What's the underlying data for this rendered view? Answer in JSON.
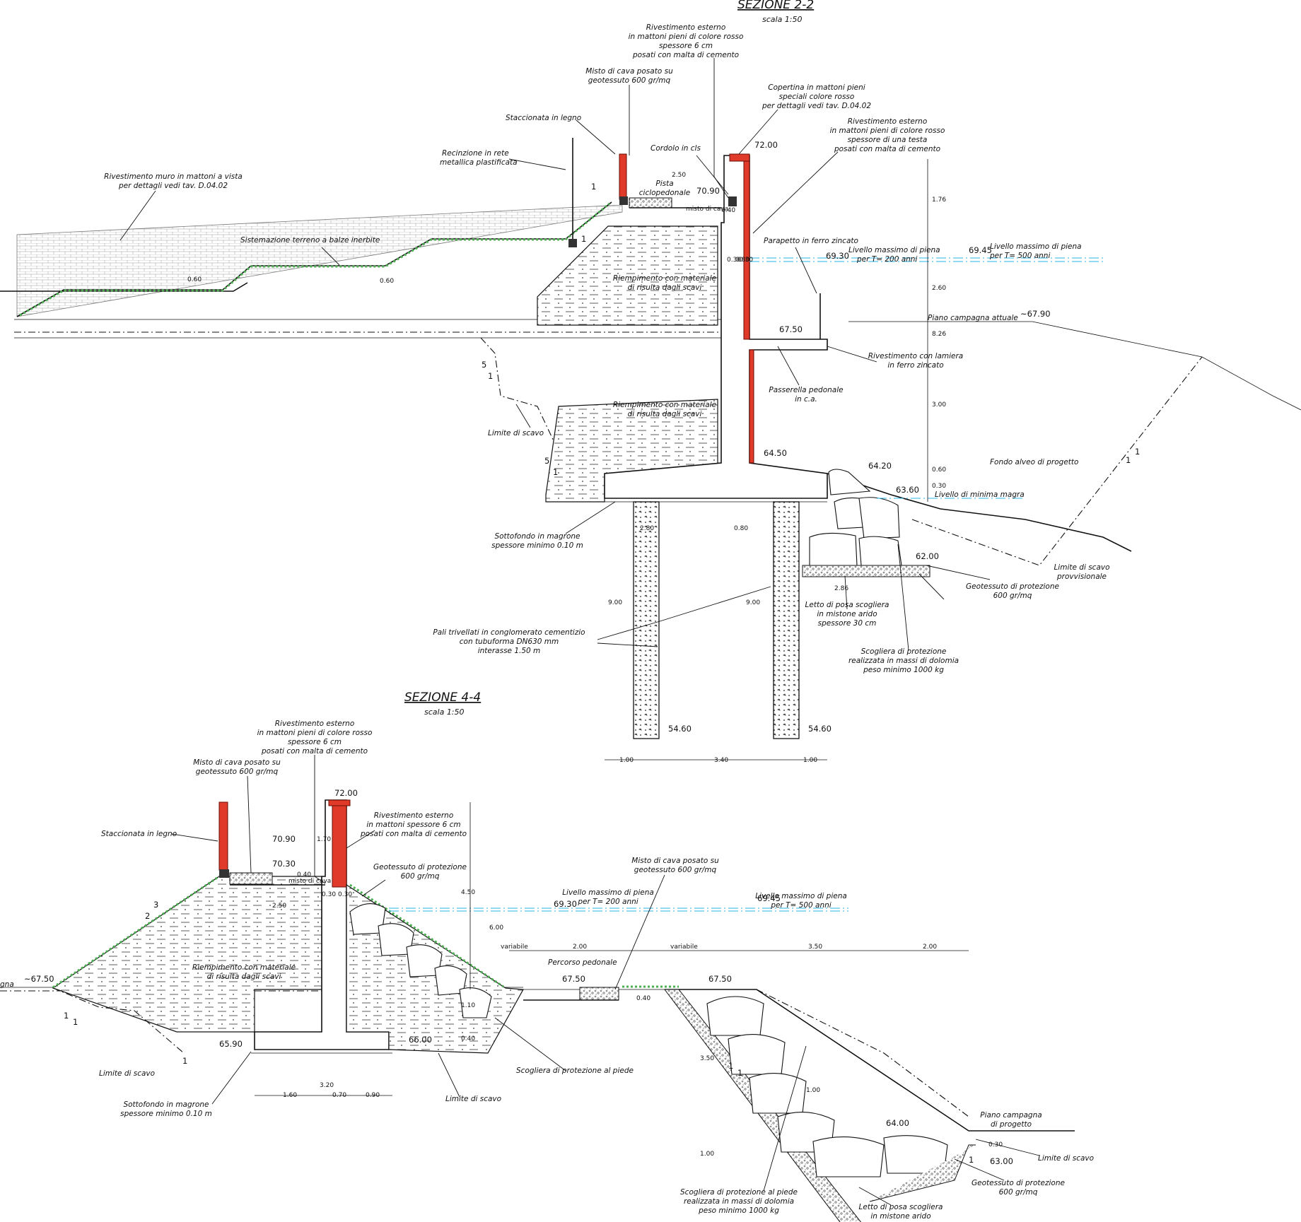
{
  "section_22": {
    "title": "SEZIONE 2-2",
    "scale": "scala 1:50",
    "labels": {
      "rivestimento_top": [
        "Rivestimento esterno",
        "in mattoni pieni di colore rosso",
        "spessore 6 cm",
        "posati con malta di cemento"
      ],
      "misto_cava": [
        "Misto di cava posato su",
        "geotessuto 600 gr/mq"
      ],
      "staccionata": "Staccionata in legno",
      "recinzione": [
        "Recinzione in rete",
        "metallica plastificata"
      ],
      "copertina": [
        "Copertina in mattoni pieni",
        "speciali colore rosso",
        "per dettagli vedi tav. D.04.02"
      ],
      "rivestimento_testa": [
        "Rivestimento esterno",
        "in mattoni pieni di colore rosso",
        "spessore di una testa",
        "posati con malta di cemento"
      ],
      "cordolo": "Cordolo in cls",
      "rivestimento_muro": [
        "Rivestimento muro in mattoni a vista",
        "per dettagli vedi tav. D.04.02"
      ],
      "pista": [
        "Pista",
        "ciclopedonale"
      ],
      "misto_small": "misto di cava",
      "sistemazione": "Sistemazione terreno a balze inerbite",
      "parapetto": "Parapetto in ferro zincato",
      "livello_200": [
        "Livello massimo di piena",
        "per T= 200 anni"
      ],
      "livello_500": [
        "Livello massimo di piena",
        "per T= 500 anni"
      ],
      "riempimento_1": [
        "Riempimento con materiale",
        "di risulta dagli scavi"
      ],
      "piano_attuale": "Piano campagna attuale",
      "rivestimento_lamiera": [
        "Rivestimento con lamiera",
        "in ferro zincato"
      ],
      "passerella": [
        "Passerella pedonale",
        "in c.a."
      ],
      "riempimento_2": [
        "Riempimento con materiale",
        "di risulta dagli scavi"
      ],
      "limite_scavo": "Limite di scavo",
      "fondo_alveo": "Fondo alveo di progetto",
      "minima_magra": "Livello di minima magra",
      "sottofondo": [
        "Sottofondo in magrone",
        "spessore minimo 0.10 m"
      ],
      "limite_provv": [
        "Limite di scavo",
        "provvisionale"
      ],
      "geotessuto": [
        "Geotessuto di protezione",
        "600 gr/mq"
      ],
      "letto_posa": [
        "Letto di posa scogliera",
        "in mistone arido",
        "spessore 30 cm"
      ],
      "pali": [
        "Pali trivellati in conglomerato cementizio",
        "con tubuforma DN630 mm",
        "interasse 1.50 m"
      ],
      "scogliera": [
        "Scogliera di protezione",
        "realizzata in massi di dolomia",
        "peso minimo 1000 kg"
      ]
    },
    "elevations": [
      "72.00",
      "70.90",
      "69.30",
      "69.45",
      "~67.90",
      "67.50",
      "64.50",
      "64.20",
      "63.60",
      "62.00",
      "54.60",
      "54.60"
    ],
    "dimensions": [
      "2.50",
      "0.40",
      "0.80",
      "1.76",
      "2.60",
      "8.26",
      "3.00",
      "0.30",
      "0.60",
      "0.30",
      "0.30",
      "0.60",
      "0.60",
      "2.80",
      "0.80",
      "2.86",
      "9.00",
      "9.00",
      "1.00",
      "3.40",
      "1.00"
    ],
    "slopes": [
      "1",
      "1",
      "5",
      "1",
      "5",
      "1",
      "1",
      "1"
    ]
  },
  "section_44": {
    "title": "SEZIONE 4-4",
    "scale": "scala 1:50",
    "labels": {
      "rivestimento_top": [
        "Rivestimento esterno",
        "in mattoni pieni di colore rosso",
        "spessore 6 cm",
        "posati con malta di cemento"
      ],
      "misto_cava": [
        "Misto di cava posato su",
        "geotessuto 600 gr/mq"
      ],
      "staccionata": "Staccionata in legno",
      "rivestimento_6cm": [
        "Rivestimento esterno",
        "in mattoni spessore 6 cm",
        "posati con malta di cemento"
      ],
      "geotessuto_top": [
        "Geotessuto di protezione",
        "600 gr/mq"
      ],
      "misto_small": "misto di cava",
      "misto_cava_right": [
        "Misto di cava posato su",
        "geotessuto 600 gr/mq"
      ],
      "livello_200": [
        "Livello massimo di piena",
        "per T= 200 anni"
      ],
      "livello_500": [
        "Livello massimo di piena",
        "per T= 500 anni"
      ],
      "riempimento": [
        "Riempimento con materiale",
        "di risulta dagli scavi"
      ],
      "piano_left": "gna",
      "percorso": "Percorso pedonale",
      "variabile": "variabile",
      "limite_scavo": "Limite di scavo",
      "sottofondo": [
        "Sottofondo in magrone",
        "spessore minimo 0.10 m"
      ],
      "scogliera_piede": "Scogliera di protezione al piede",
      "piano_progetto": [
        "Piano campagna",
        "di progetto"
      ],
      "scogliera_dolomia": [
        "Scogliera di protezione al piede",
        "realizzata in massi di dolomia",
        "peso minimo 1000 kg"
      ],
      "geotessuto_bottom": [
        "Geotessuto di protezione",
        "600 gr/mq"
      ],
      "letto_posa": [
        "Letto di posa scogliera",
        "in mistone arido"
      ]
    },
    "elevations": [
      "72.00",
      "70.90",
      "70.30",
      "69.30",
      "69.45",
      "~67.50",
      "67.50",
      "67.50",
      "65.90",
      "66.00",
      "64.00",
      "63.00"
    ],
    "dimensions": [
      "1.70",
      "0.40",
      "0.30",
      "0.30",
      "2.50",
      "4.50",
      "6.00",
      "1.10",
      "0.40",
      "3.20",
      "1.60",
      "0.70",
      "0.90",
      "2.00",
      "variabile",
      "3.50",
      "2.00",
      "0.40",
      "3.50",
      "1.00",
      "1.00",
      "0.30"
    ],
    "slopes": [
      "3",
      "2",
      "1",
      "1",
      "1",
      "1",
      "1",
      "1"
    ]
  },
  "colors": {
    "brick": "#e03a2a",
    "water": "#29b6e6",
    "grass": "#4caf50"
  }
}
